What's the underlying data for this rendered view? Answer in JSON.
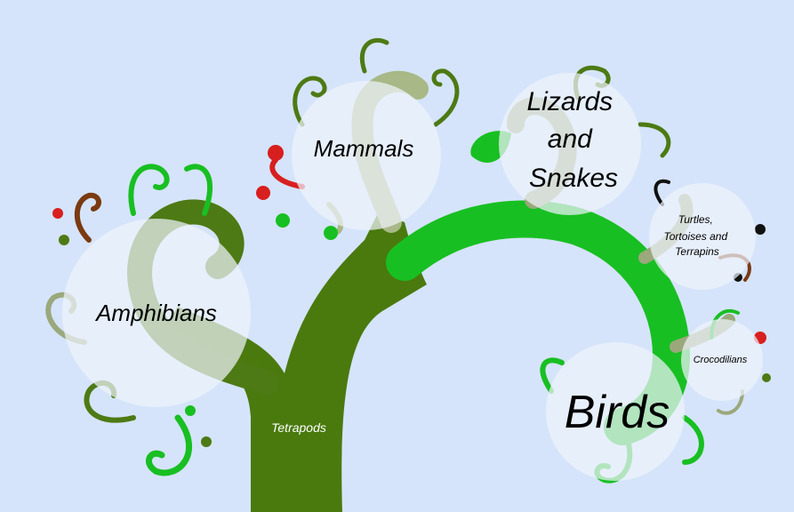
{
  "tree": {
    "root_label": "Tetrapods",
    "clades": [
      {
        "id": "amphibians",
        "lines": [
          "Amphibians"
        ]
      },
      {
        "id": "mammals",
        "lines": [
          "Mammals"
        ]
      },
      {
        "id": "lizards",
        "lines": [
          "Lizards",
          "and",
          "Snakes"
        ]
      },
      {
        "id": "turtles",
        "lines": [
          "Turtles,",
          "Tortoises and",
          "Terrapins"
        ]
      },
      {
        "id": "crocodilians",
        "lines": [
          "Crocodilians"
        ]
      },
      {
        "id": "birds",
        "lines": [
          "Birds"
        ]
      }
    ]
  },
  "colors": {
    "background": "#d5e4fa",
    "trunk": "#4a7a0e",
    "amphibian_branch": "#4d7a14",
    "bird_branch": "#18bf22",
    "reptile_branch": "#9aa87c",
    "mammal_branch": "#a8b886",
    "bubble": "#eef3fb",
    "root_label": "#ffffff",
    "accent_red": "#d81f1f",
    "accent_brown": "#7a3a12",
    "accent_black": "#111111"
  }
}
